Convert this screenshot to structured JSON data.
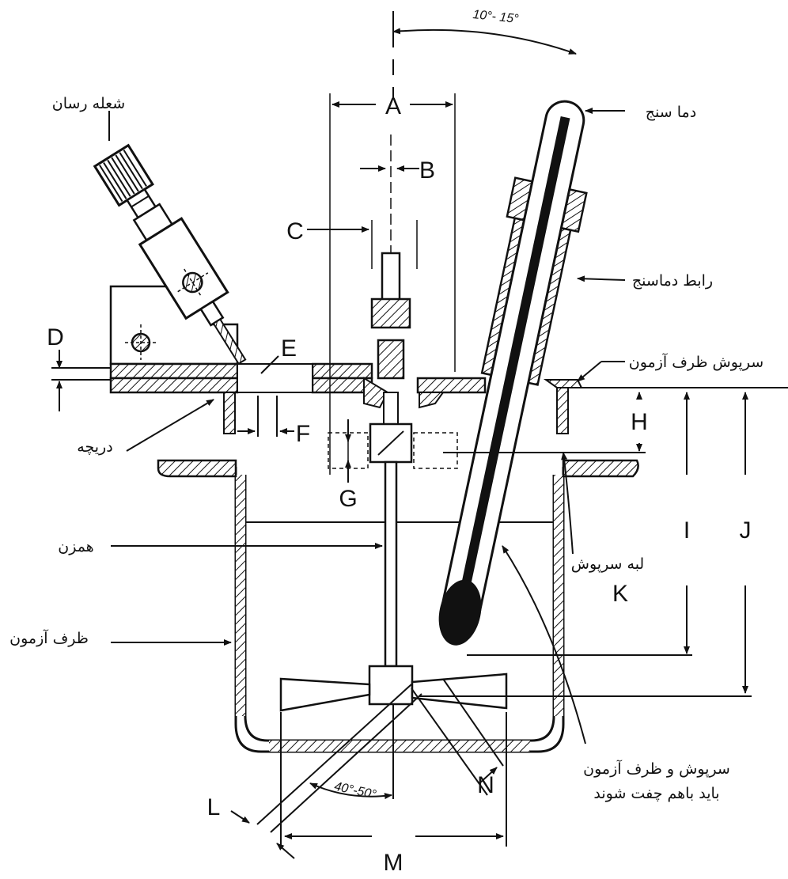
{
  "labels": {
    "igniter": "شعله رسان",
    "thermometer": "دما سنج",
    "thermometer_adapter": "رابط دماسنج",
    "test_cup_lid": "سرپوش ظرف آزمون",
    "shutter": "دریچه",
    "stirrer": "همزن",
    "lid_rim": "لبه سرپوش",
    "test_cup": "ظرف آزمون",
    "note_line1": "سرپوش و ظرف آزمون",
    "note_line2": "باید باهم چفت شوند"
  },
  "dimensions": {
    "A": "A",
    "B": "B",
    "C": "C",
    "D": "D",
    "E": "E",
    "F": "F",
    "G": "G",
    "H": "H",
    "I": "I",
    "J": "J",
    "K": "K",
    "L": "L",
    "M": "M",
    "N": "N"
  },
  "angles": {
    "top": "10°- 15°",
    "blade": "40°-50°"
  },
  "colors": {
    "line": "#111111",
    "background": "#ffffff"
  }
}
